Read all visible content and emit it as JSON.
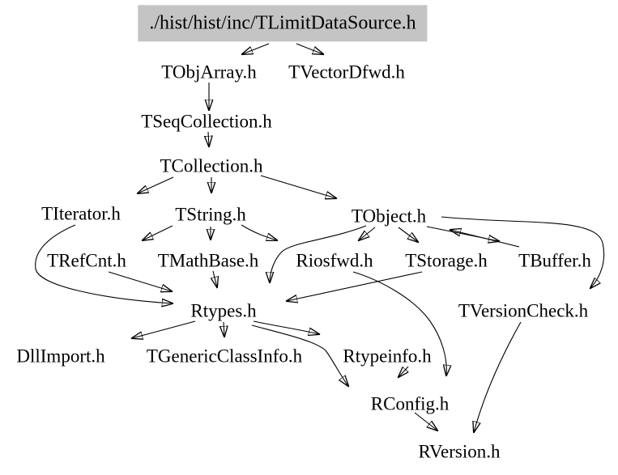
{
  "diagram": {
    "type": "include-dependency-graph",
    "root": {
      "label": "./hist/hist/inc/TLimitDataSource.h",
      "bg_color": "#c4c4c4"
    },
    "nodes": [
      {
        "id": "TObjArray",
        "label": "TObjArray.h"
      },
      {
        "id": "TVectorDfwd",
        "label": "TVectorDfwd.h"
      },
      {
        "id": "TSeqCollection",
        "label": "TSeqCollection.h"
      },
      {
        "id": "TCollection",
        "label": "TCollection.h"
      },
      {
        "id": "TIterator",
        "label": "TIterator.h"
      },
      {
        "id": "TString",
        "label": "TString.h"
      },
      {
        "id": "TObject",
        "label": "TObject.h"
      },
      {
        "id": "TRefCnt",
        "label": "TRefCnt.h"
      },
      {
        "id": "TMathBase",
        "label": "TMathBase.h"
      },
      {
        "id": "Riosfwd",
        "label": "Riosfwd.h"
      },
      {
        "id": "TStorage",
        "label": "TStorage.h"
      },
      {
        "id": "TBuffer",
        "label": "TBuffer.h"
      },
      {
        "id": "Rtypes",
        "label": "Rtypes.h"
      },
      {
        "id": "TVersionCheck",
        "label": "TVersionCheck.h"
      },
      {
        "id": "DllImport",
        "label": "DllImport.h"
      },
      {
        "id": "TGenericClassInfo",
        "label": "TGenericClassInfo.h"
      },
      {
        "id": "Rtypeinfo",
        "label": "Rtypeinfo.h"
      },
      {
        "id": "RConfig",
        "label": "RConfig.h"
      },
      {
        "id": "RVersion",
        "label": "RVersion.h"
      }
    ],
    "edges": [
      {
        "from": "./hist/hist/inc/TLimitDataSource.h",
        "to": "TObjArray.h"
      },
      {
        "from": "./hist/hist/inc/TLimitDataSource.h",
        "to": "TVectorDfwd.h"
      },
      {
        "from": "TObjArray.h",
        "to": "TSeqCollection.h"
      },
      {
        "from": "TSeqCollection.h",
        "to": "TCollection.h"
      },
      {
        "from": "TCollection.h",
        "to": "TIterator.h"
      },
      {
        "from": "TCollection.h",
        "to": "TString.h"
      },
      {
        "from": "TCollection.h",
        "to": "TObject.h"
      },
      {
        "from": "TString.h",
        "to": "TRefCnt.h"
      },
      {
        "from": "TString.h",
        "to": "TMathBase.h"
      },
      {
        "from": "TString.h",
        "to": "Riosfwd.h"
      },
      {
        "from": "TObject.h",
        "to": "Riosfwd.h"
      },
      {
        "from": "TObject.h",
        "to": "TStorage.h"
      },
      {
        "from": "TObject.h",
        "to": "TBuffer.h"
      },
      {
        "from": "TBuffer.h",
        "to": "TObject.h"
      },
      {
        "from": "TObject.h",
        "to": "TVersionCheck.h"
      },
      {
        "from": "TObject.h",
        "to": "Rtypes.h"
      },
      {
        "from": "TIterator.h",
        "to": "Rtypes.h"
      },
      {
        "from": "TRefCnt.h",
        "to": "Rtypes.h"
      },
      {
        "from": "TMathBase.h",
        "to": "Rtypes.h"
      },
      {
        "from": "TStorage.h",
        "to": "Rtypes.h"
      },
      {
        "from": "Riosfwd.h",
        "to": "RConfig.h"
      },
      {
        "from": "Rtypes.h",
        "to": "DllImport.h"
      },
      {
        "from": "Rtypes.h",
        "to": "TGenericClassInfo.h"
      },
      {
        "from": "Rtypes.h",
        "to": "Rtypeinfo.h"
      },
      {
        "from": "Rtypes.h",
        "to": "RConfig.h"
      },
      {
        "from": "Rtypeinfo.h",
        "to": "RConfig.h"
      },
      {
        "from": "RConfig.h",
        "to": "RVersion.h"
      },
      {
        "from": "TVersionCheck.h",
        "to": "RVersion.h"
      }
    ]
  }
}
